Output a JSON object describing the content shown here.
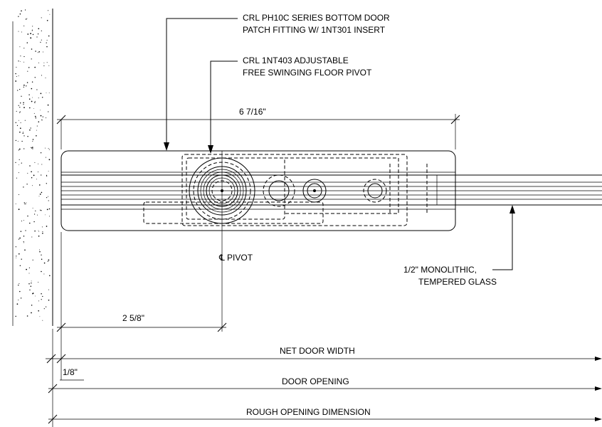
{
  "labels": {
    "patch_fitting_line1": "CRL PH10C SERIES BOTTOM DOOR",
    "patch_fitting_line2": "PATCH FITTING W/ 1NT301 INSERT",
    "pivot_line1": "CRL 1NT403 ADJUSTABLE",
    "pivot_line2": "FREE SWINGING FLOOR PIVOT",
    "pivot_centerline": "℄ PIVOT",
    "glass_line1": "1/2\" MONOLITHIC,",
    "glass_line2": "TEMPERED GLASS"
  },
  "dimensions": {
    "fitting_length": "6 7/16\"",
    "pivot_offset": "2 5/8\"",
    "gap": "1/8\"",
    "net_door_width": "NET DOOR WIDTH",
    "door_opening": "DOOR OPENING",
    "rough_opening": "ROUGH OPENING DIMENSION"
  }
}
